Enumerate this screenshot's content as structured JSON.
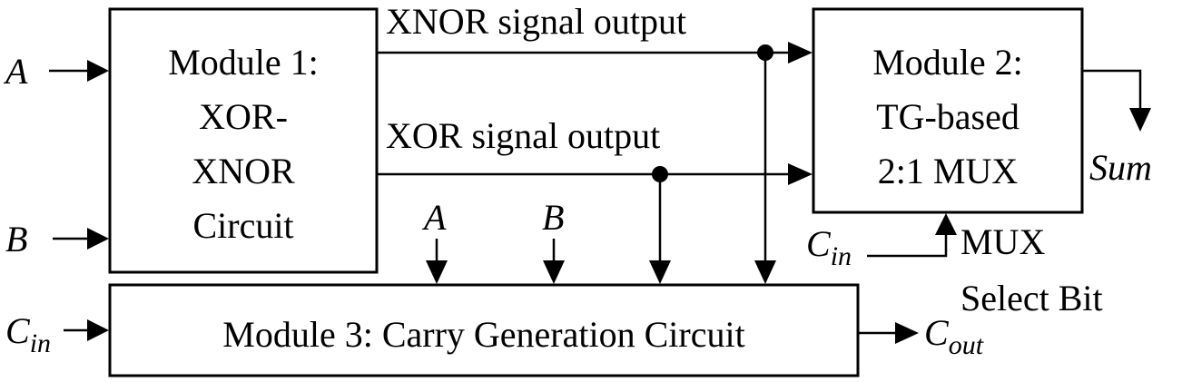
{
  "module1": {
    "lines": [
      "Module 1:",
      "XOR-",
      "XNOR",
      "Circuit"
    ]
  },
  "module2": {
    "lines": [
      "Module 2:",
      "TG-based",
      "2:1 MUX"
    ]
  },
  "module3": {
    "label": "Module 3: Carry Generation Circuit"
  },
  "signals": {
    "xnor_output": "XNOR signal output",
    "xor_output": "XOR signal output",
    "input_a": "A",
    "input_b": "B",
    "cin_base": "C",
    "cin_sub": "in",
    "cout_base": "C",
    "cout_sub": "out",
    "sum": "Sum",
    "mux_select_line1": "MUX",
    "mux_select_line2": "Select Bit"
  }
}
